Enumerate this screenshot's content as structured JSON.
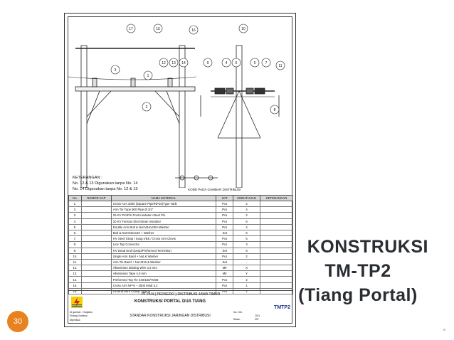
{
  "slide": {
    "title_line1": "KONSTRUKSI",
    "title_line2": "TM-TP2",
    "title_line3": "(Tiang Portal)",
    "page_number": "30",
    "accent_color": "#e8821e"
  },
  "drawing": {
    "callouts": [
      "17",
      "15",
      "16",
      "3",
      "12",
      "13",
      "14",
      "1",
      "2",
      "10",
      "9",
      "4",
      "6",
      "5",
      "7",
      "11",
      "8"
    ],
    "keterangan_title": "KETERANGAN :",
    "keterangan_line1": "No. 12 & 13 Digunakan tanpa No. 14",
    "keterangan_line2": "No. 14  Digunakan tanpa No. 12 & 13",
    "kode_label": "KODE PADA GAMBAR DISTRIBUSI"
  },
  "table": {
    "headers": [
      "No.",
      "NOMOR SAP",
      "NAMA MATERIAL",
      "SAT",
      "KEBUTUHAN",
      "KETERANGAN"
    ],
    "rows": [
      [
        "1.",
        "",
        "Cross Arm 3000 (Square Pipe/NP10)Type Tarik",
        "Pcs",
        "2",
        ""
      ],
      [
        "2.",
        "",
        "Arm Tie Type 900 Pipe Ø 3/4\"",
        "Pcs",
        "4",
        ""
      ],
      [
        "3.",
        "",
        "20 KV Pin/Pin Post Insulator+Steel Pin",
        "Pcs",
        "2",
        ""
      ],
      [
        "4.",
        "",
        "20 KV Tension Elec/Strain Insulator",
        "Pcs",
        "6",
        ""
      ],
      [
        "5.",
        "",
        "Double Arm Bolt & Nut M16x400+Washer",
        "Pcs",
        "4",
        ""
      ],
      [
        "6.",
        "",
        "Bolt & Nut M16x140 + Washer",
        "Set",
        "6",
        ""
      ],
      [
        "7.",
        "",
        "HV Steel Strap / Susp.VEE / Cross Arm Clevis",
        "Pcs",
        "6",
        ""
      ],
      [
        "8.",
        "",
        "Line Tap Connector",
        "Pcs",
        "3",
        ""
      ],
      [
        "9.",
        "",
        "HV Dead End Clamp/Preformed Termintion",
        "Set",
        "6",
        ""
      ],
      [
        "10.",
        "",
        "Single Arm Band + Nut & Washer",
        "Pcs",
        "2",
        ""
      ],
      [
        "11.",
        "",
        "Arm Tie Band + Nut M16 & Washer",
        "Set",
        "-",
        ""
      ],
      [
        "12.",
        "",
        "Alluminium Binding Wire 3,2 mm",
        "Mtr",
        "X",
        ""
      ],
      [
        "13.",
        "",
        "Alluminium Tape 4,0 mm",
        "Mtr",
        "Y",
        ""
      ],
      [
        "14.",
        "",
        "Preformed Top Tie 240/150/70/35",
        "Pcs",
        "2",
        ""
      ],
      [
        "15.",
        "",
        "Cross Arm NP-8 – 2500 lebal 3,2",
        "Pcs",
        "1",
        ""
      ],
      [
        "16.",
        "",
        "Ground Wire Clamp Type B",
        "Pcs",
        "1",
        ""
      ]
    ]
  },
  "titleblock": {
    "company": "PT PLN ( PERSERO ) DISTRIBUSI JAWA TIMUR",
    "title": "KONSTRUKSI PORTAL DUA TIANG",
    "code": "TMTP2",
    "standard": "STANDAR KONSTRUKSI JARINGAN DISTRIBUSI",
    "small1": "Di gambar : Hudjanto",
    "small2": "Sinang Dominus",
    "small3": "Diperiksa :",
    "small4": "No. Gbr.",
    "small5": "Skala :",
    "small6": "2011",
    "small7": "397"
  }
}
